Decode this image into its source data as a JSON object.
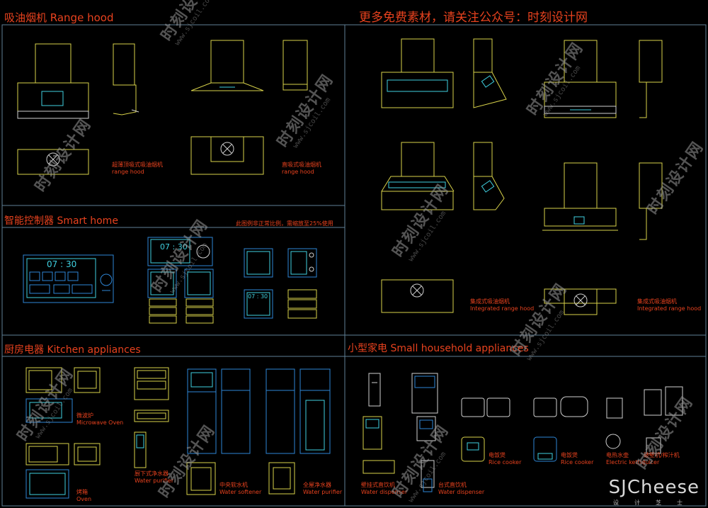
{
  "promo": "更多免费素材，请关注公众号：时刻设计网",
  "sections": {
    "range_hood": "吸油烟机 Range hood",
    "smart_home": "智能控制器 Smart home",
    "kitchen": "厨房电器 Kitchen appliances",
    "small": "小型家电 Small household appliances"
  },
  "scale_note": "此图例非正常比例，需缩放至25%使用",
  "labels": {
    "hood_slim_cn": "超薄顶吸式吸油烟机",
    "hood_slim_en": "range hood",
    "hood_top_cn": "直吸式吸油烟机",
    "hood_top_en": "range hood",
    "integrated1_cn": "集成式吸油烟机",
    "integrated1_en": "Integrated range hood",
    "integrated2_cn": "集成式吸油烟机",
    "integrated2_en": "Integrated range hood",
    "microwave_cn": "微波炉",
    "microwave_en": "Microwave Oven",
    "oven_cn": "烤箱",
    "oven_en": "Oven",
    "purifier_under_cn": "厨下式净水器",
    "purifier_under_en": "Water purifier",
    "softener_cn": "中央软水机",
    "softener_en": "Water softener",
    "purifier_whole_cn": "全屋净水器",
    "purifier_whole_en": "Water purifier",
    "dispenser_wall_cn": "壁挂式直饮机",
    "dispenser_wall_en": "Water dispenser",
    "dispenser_desk_cn": "台式直饮机",
    "dispenser_desk_en": "Water dispenser",
    "rice1_cn": "电饭煲",
    "rice1_en": "Rice cooker",
    "rice2_cn": "电饭煲",
    "rice2_en": "Rice cooker",
    "kettle_cn": "电热水壶",
    "kettle_en": "Electric kettle",
    "juicer_cn": "破壁机/榨汁机",
    "juicer_en": "Juicer"
  },
  "screen_times": {
    "main": "07 : 30",
    "small": "07 : 30",
    "mini": "07 : 30"
  },
  "watermark": {
    "cn": "时刻设计网",
    "url": "www.sjcoil.com"
  },
  "brand": {
    "name": "SJCheese",
    "sub": "设计芝士"
  },
  "colors": {
    "background": "#000000",
    "frame": "#5f7f96",
    "accent_text": "#e8421e",
    "line_yellow": "#d8d24a",
    "line_blue": "#2e86d6",
    "line_cyan": "#3fd0e0",
    "line_white": "#d0d0d0"
  }
}
